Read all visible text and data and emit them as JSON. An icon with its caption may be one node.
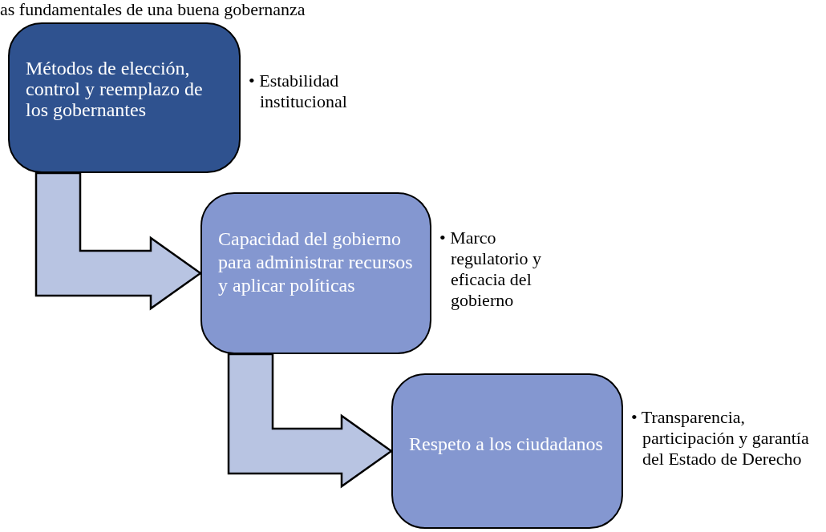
{
  "diagram": {
    "title": "as fundamentales de una buena gobernanza",
    "nodes": [
      {
        "text": [
          "Métodos de elección, control y reemplazo de los gobernantes"
        ],
        "beside": [
          "• Estabilidad institucional"
        ]
      },
      {
        "text": [
          "Capacidad del gobierno para administrar recursos y aplicar políticas"
        ],
        "beside": [
          "• Marco regulatorio y eficacia del gobierno"
        ]
      },
      {
        "text": [
          "Respeto a los ciudadanos"
        ],
        "beside": [
          "• Transparencia, participación y garantía del Estado de Derecho"
        ]
      }
    ],
    "edges": [
      {
        "from": 0,
        "to": 1,
        "arrow": "to"
      },
      {
        "from": 1,
        "to": 2,
        "arrow": "to"
      }
    ]
  }
}
